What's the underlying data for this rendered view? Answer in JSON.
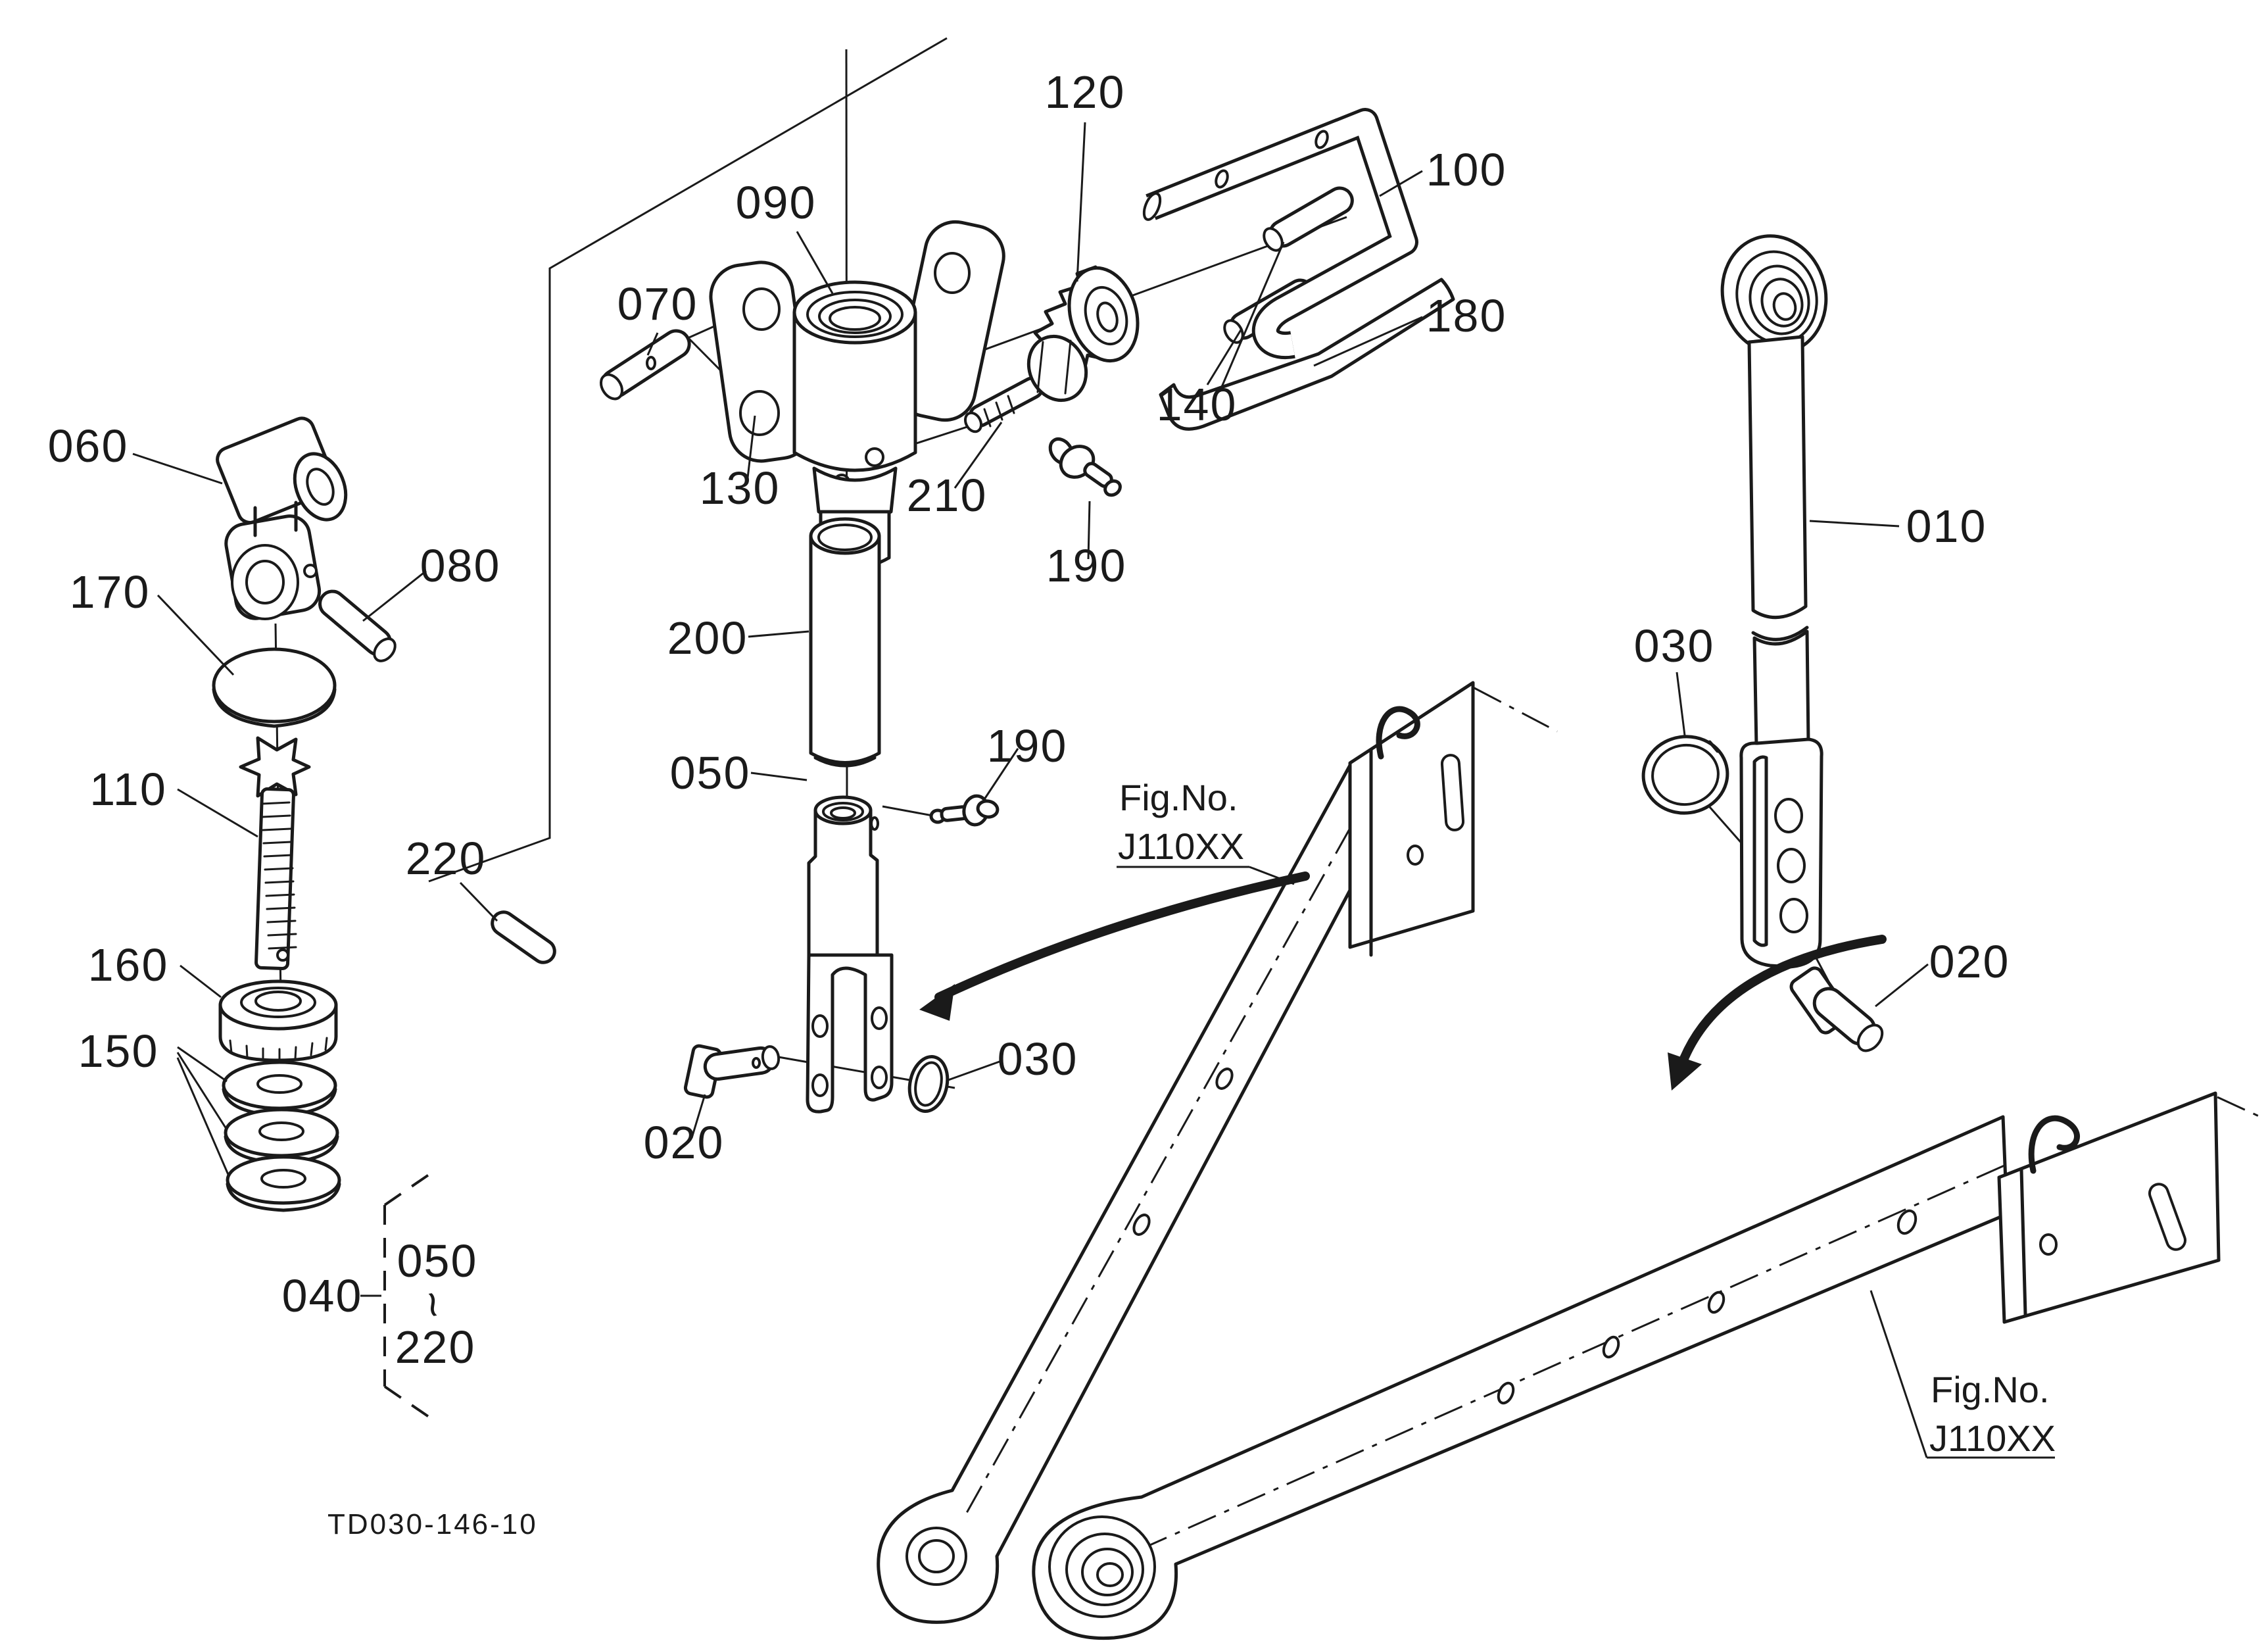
{
  "meta": {
    "background_color": "#ffffff",
    "line_color": "#1a1a1a",
    "drawing_type": "exploded-parts-diagram",
    "subject": "3-point hitch lift rod and lower link assembly"
  },
  "labels": {
    "l120": "120",
    "l100": "100",
    "l090": "090",
    "l070": "070",
    "l180": "180",
    "l140": "140",
    "l060": "060",
    "l080": "080",
    "l130": "130",
    "l210": "210",
    "l190a": "190",
    "l200": "200",
    "l170": "170",
    "l010": "010",
    "l110": "110",
    "l030a": "030",
    "l050": "050",
    "l190b": "190",
    "l220": "220",
    "l160": "160",
    "l150": "150",
    "l020a": "020",
    "l030b": "030",
    "l020b": "020",
    "l040": "040"
  },
  "bracket_group": {
    "owner": "040",
    "from": "050",
    "tilde": "~",
    "to": "220"
  },
  "fig_ref_upper": {
    "line1": "Fig.No.",
    "line2": "J110XX"
  },
  "fig_ref_lower": {
    "line1": "Fig.No.",
    "line2": "J110XX"
  },
  "footer": {
    "code": "TD030-146-10"
  }
}
